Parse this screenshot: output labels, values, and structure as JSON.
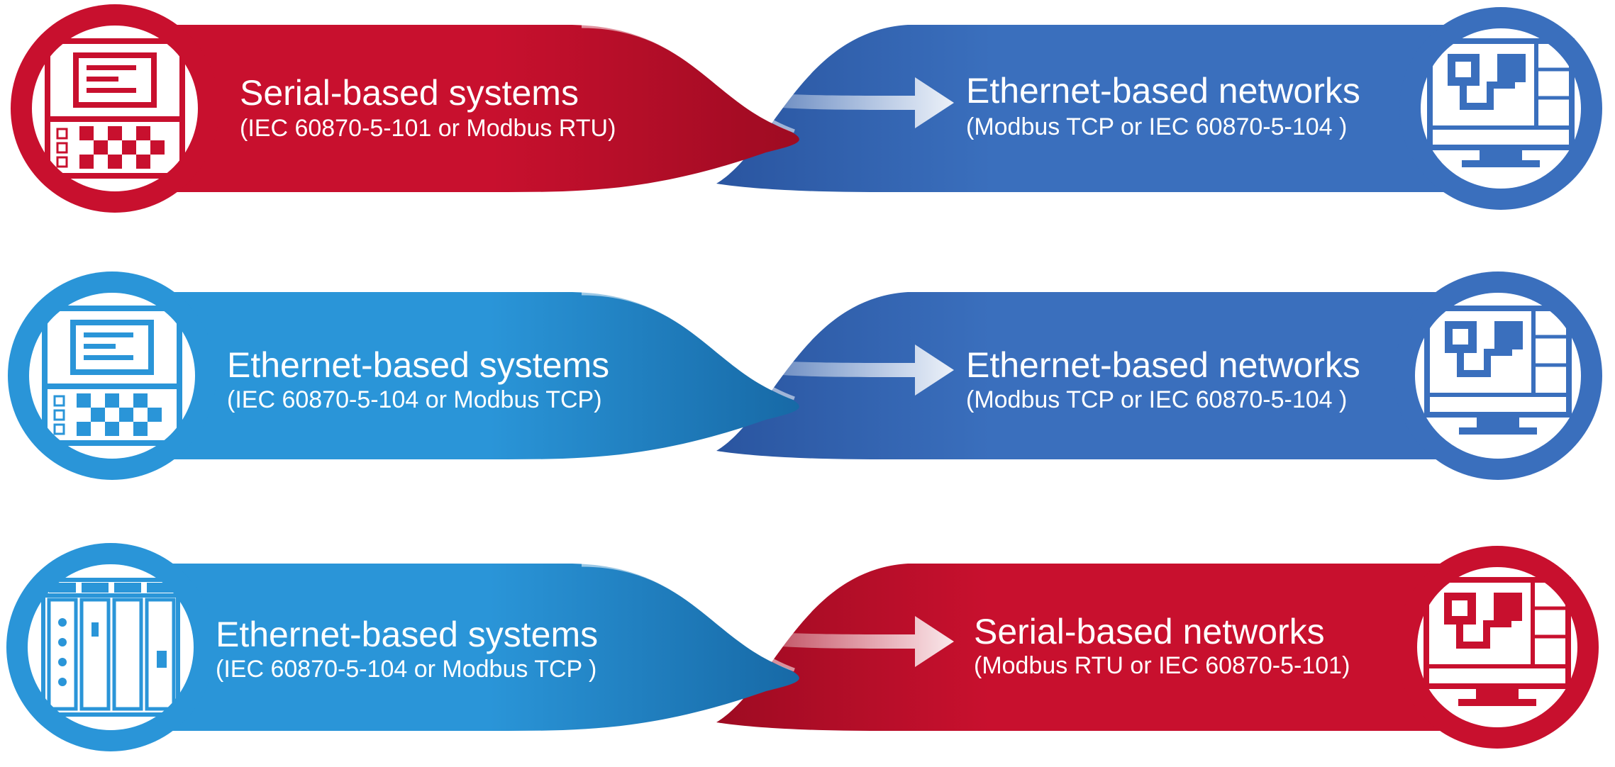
{
  "colors": {
    "red": "#c8102e",
    "red_dark": "#9e0b22",
    "lightblue": "#2a95d8",
    "lightblue_dark": "#1769a6",
    "blue": "#3a6fbd",
    "blue_dark": "#2a55a0",
    "white": "#ffffff"
  },
  "rows": [
    {
      "left": {
        "title": "Serial-based systems",
        "subtitle": "(IEC 60870-5-101 or Modbus RTU)",
        "icon": "terminal-panel-icon",
        "color": "red"
      },
      "right": {
        "title": "Ethernet-based networks",
        "subtitle": "(Modbus TCP or IEC 60870-5-104 )",
        "icon": "scada-monitor-icon",
        "color": "blue"
      }
    },
    {
      "left": {
        "title": "Ethernet-based systems",
        "subtitle": "(IEC 60870-5-104 or Modbus TCP)",
        "icon": "terminal-panel-icon",
        "color": "lightblue"
      },
      "right": {
        "title": "Ethernet-based networks",
        "subtitle": "(Modbus TCP or IEC 60870-5-104 )",
        "icon": "scada-monitor-icon",
        "color": "blue"
      }
    },
    {
      "left": {
        "title": "Ethernet-based systems",
        "subtitle": "(IEC 60870-5-104 or Modbus TCP )",
        "icon": "rack-modules-icon",
        "color": "lightblue"
      },
      "right": {
        "title": "Serial-based networks",
        "subtitle": "(Modbus RTU or IEC 60870-5-101)",
        "icon": "scada-monitor-icon",
        "color": "red"
      }
    }
  ]
}
